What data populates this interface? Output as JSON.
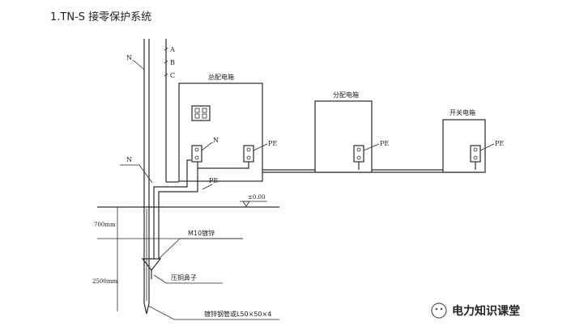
{
  "title": "1.TN-S 接零保护系统",
  "phase_labels": [
    "A",
    "B",
    "C"
  ],
  "labels": {
    "n_top": "N",
    "n_mid": "N",
    "n_box": "N",
    "pe_ground": "PE",
    "pe_main": "PE",
    "pe_dist": "PE",
    "pe_switch": "PE",
    "level": "±0.00",
    "depth_700": "700mm",
    "depth_2500": "2500mm",
    "rebar": "M10镀锌",
    "clamp": "压铜鼻子",
    "angle_steel": "镀锌钢管或L50×50×4"
  },
  "boxes": {
    "main": "总配电箱",
    "distribution": "分配电箱",
    "switch": "开关电箱"
  },
  "watermark": "电力知识课堂"
}
